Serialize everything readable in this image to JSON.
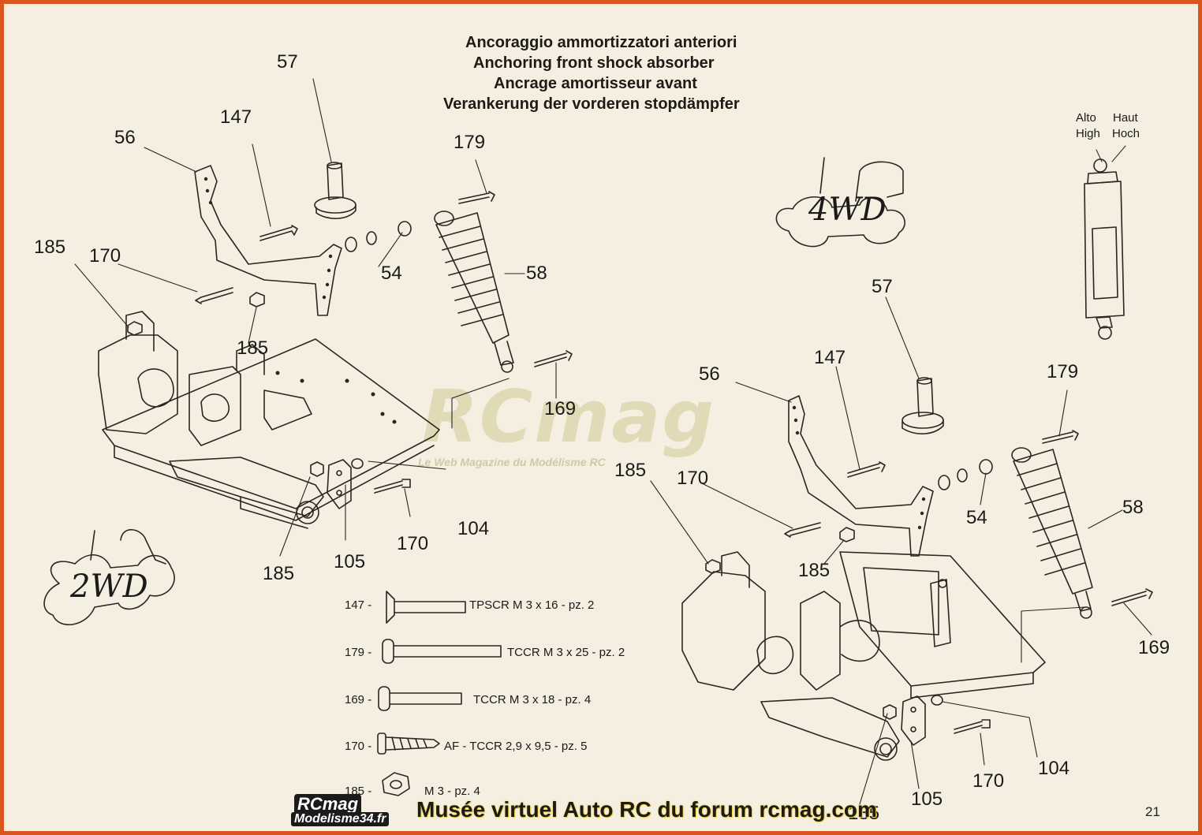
{
  "title": {
    "it": "Ancoraggio ammortizzatori anteriori",
    "en": "Anchoring front shock absorber",
    "fr": "Ancrage amortisseur avant",
    "de": "Verankerung der vorderen stopdämpfer"
  },
  "shock_position_labels": {
    "alto": "Alto",
    "haut": "Haut",
    "high": "High",
    "hoch": "Hoch"
  },
  "variant_labels": {
    "four_wd": "4WD",
    "two_wd": "2WD"
  },
  "part_numbers": {
    "n57": "57",
    "n147": "147",
    "n56": "56",
    "n179": "179",
    "n185": "185",
    "n170": "170",
    "n54": "54",
    "n58": "58",
    "n169": "169",
    "n104": "104",
    "n105": "105"
  },
  "parts_legend": [
    {
      "code": "147 -",
      "desc": "TPSCR M 3 x 16 - pz. 2"
    },
    {
      "code": "179 -",
      "desc": "TCCR M 3 x 25 - pz. 2"
    },
    {
      "code": "169 -",
      "desc": "TCCR M 3 x 18 - pz. 4"
    },
    {
      "code": "170 -",
      "desc": "AF - TCCR 2,9 x 9,5 - pz. 5"
    },
    {
      "code": "185 -",
      "desc": "M 3 - pz. 4"
    }
  ],
  "watermark": {
    "brand": "RCmag",
    "tagline": "Le Web Magazine du Modélisme RC"
  },
  "footer": {
    "text": "Musée virtuel Auto RC du forum rcmag.com",
    "logo_top": "RCmag",
    "logo_bottom": "Modelisme34.fr"
  },
  "page_number": "21",
  "colors": {
    "border": "#d9571f",
    "paper": "#f4efe1",
    "ink": "#1a1a1a"
  }
}
